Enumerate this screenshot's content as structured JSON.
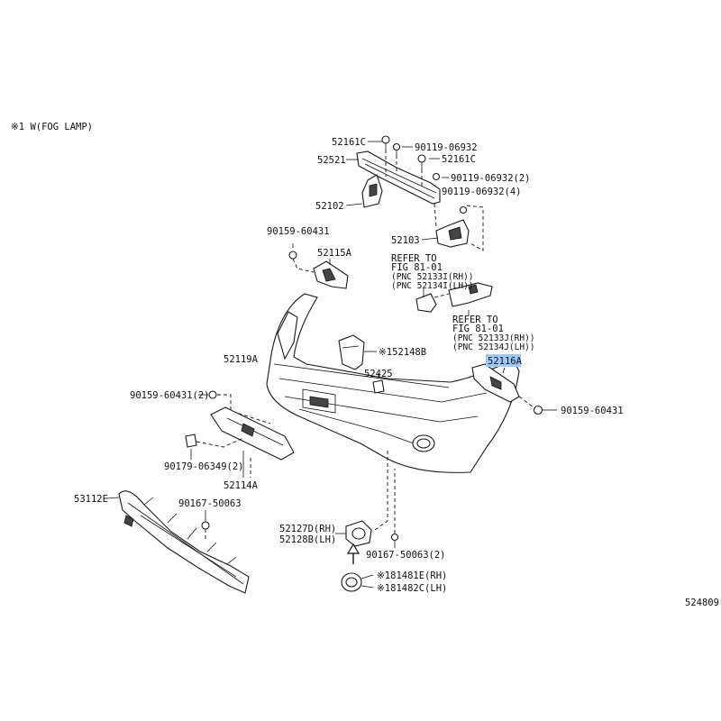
{
  "note": "※1 W(FOG LAMP)",
  "diagram_id": "524809",
  "highlight_color": "#9ec9ff",
  "labels": {
    "p52161c_a": "52161C",
    "p52521": "52521",
    "p90119_06932": "90119-06932",
    "p52161c_b": "52161C",
    "p90119_06932_2": "90119-06932(2)",
    "p90119_06932_4": "90119-06932(4)",
    "p52102": "52102",
    "p52103": "52103",
    "p90159_60431_top": "90159-60431",
    "p52115a": "52115A",
    "refer1_l1": "REFER TO",
    "refer1_l2": "FIG 81-01",
    "refer1_l3": "(PNC 52133I(RH))",
    "refer1_l4": "(PNC 52134I(LH))",
    "refer2_l1": "REFER TO",
    "refer2_l2": "FIG 81-01",
    "refer2_l3": "(PNC 52133J(RH))",
    "refer2_l4": "(PNC 52134J(LH))",
    "p52148b": "※152148B",
    "p52119a": "52119A",
    "p52425": "52425",
    "p52116a": "52116A",
    "p90159_60431_2": "90159-60431(2)",
    "p90159_60431_right": "90159-60431",
    "p90179_06349_2": "90179-06349(2)",
    "p52114a": "52114A",
    "p53112e": "53112E",
    "p90167_50063": "90167-50063",
    "p52127d": "52127D(RH)",
    "p52128b": "52128B(LH)",
    "p90167_50063_2": "90167-50063(2)",
    "p81481e": "※181481E(RH)",
    "p81482c": "※181482C(LH)"
  }
}
